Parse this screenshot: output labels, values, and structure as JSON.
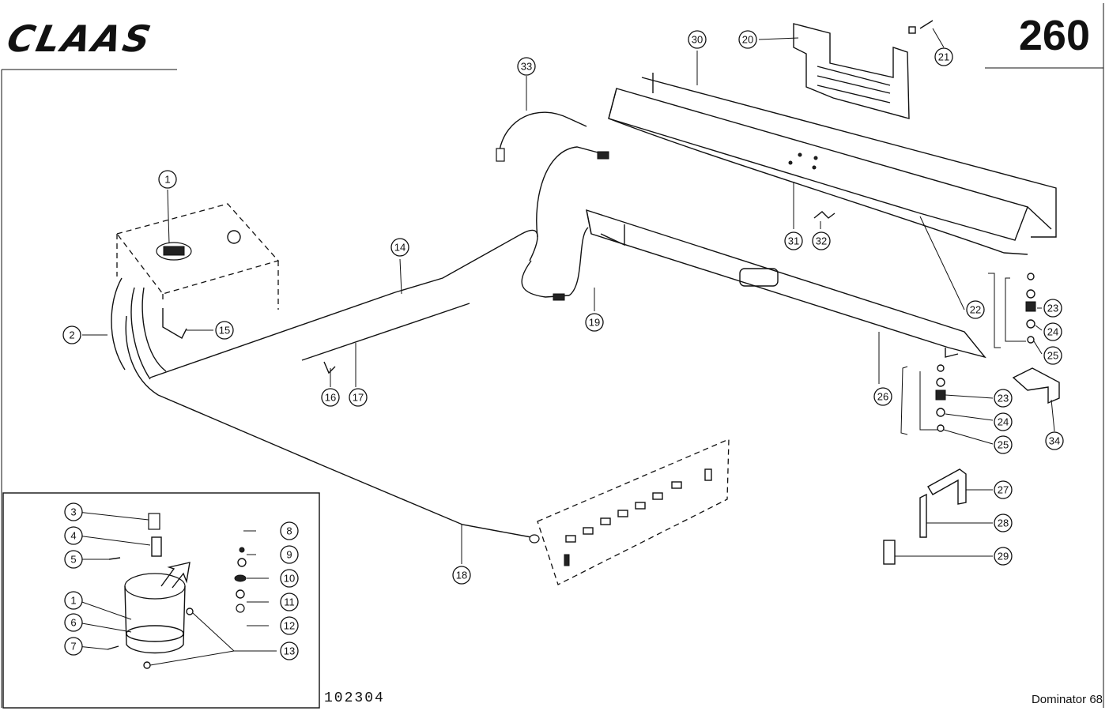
{
  "header": {
    "brand": "CLAAS",
    "page_number": "260"
  },
  "footer": {
    "drawing_id": "102304",
    "model": "Dominator 68"
  },
  "callouts": [
    "1",
    "2",
    "3",
    "4",
    "5",
    "6",
    "7",
    "8",
    "9",
    "10",
    "11",
    "12",
    "13",
    "14",
    "15",
    "16",
    "17",
    "18",
    "19",
    "20",
    "21",
    "22",
    "23",
    "24",
    "25",
    "26",
    "27",
    "28",
    "29",
    "30",
    "31",
    "32",
    "33",
    "34"
  ]
}
